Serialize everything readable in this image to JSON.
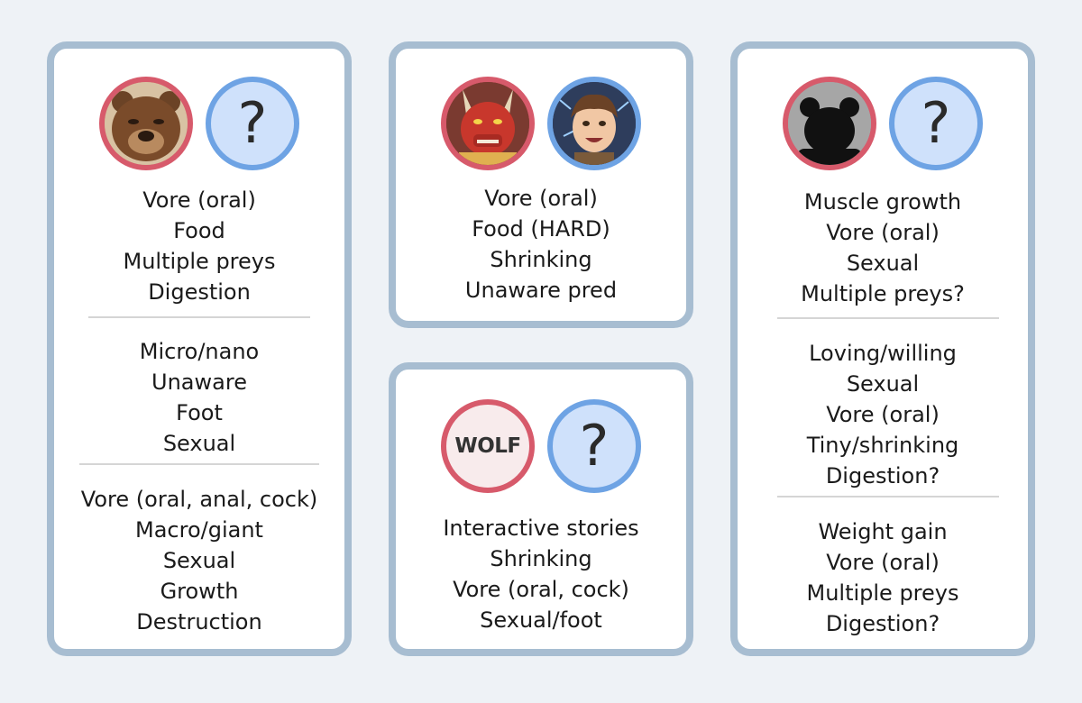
{
  "cards": [
    {
      "avatars": [
        {
          "type": "bear-portrait",
          "icon": "bear-icon"
        },
        {
          "type": "unknown",
          "label": "?"
        }
      ],
      "groups": [
        [
          "Vore (oral)",
          "Food",
          "Multiple preys",
          "Digestion"
        ],
        [
          "Micro/nano",
          "Unaware",
          "Foot",
          "Sexual"
        ],
        [
          "Vore (oral, anal, cock)",
          "Macro/giant",
          "Sexual",
          "Growth",
          "Destruction"
        ]
      ]
    },
    {
      "avatars": [
        {
          "type": "dragon-portrait",
          "icon": "dragon-icon"
        },
        {
          "type": "human-portrait",
          "icon": "human-icon"
        }
      ],
      "groups": [
        [
          "Vore (oral)",
          "Food (HARD)",
          "Shrinking",
          "Unaware pred"
        ]
      ]
    },
    {
      "avatars": [
        {
          "type": "text-badge",
          "label": "WOLF"
        },
        {
          "type": "unknown",
          "label": "?"
        }
      ],
      "groups": [
        [
          "Interactive stories",
          "Shrinking",
          "Vore (oral, cock)",
          "Sexual/foot"
        ]
      ]
    },
    {
      "avatars": [
        {
          "type": "bear-silhouette",
          "icon": "bear-silhouette-icon"
        },
        {
          "type": "unknown",
          "label": "?"
        }
      ],
      "groups": [
        [
          "Muscle growth",
          "Vore (oral)",
          "Sexual",
          "Multiple preys?"
        ],
        [
          "Loving/willing",
          "Sexual",
          "Vore (oral)",
          "Tiny/shrinking",
          "Digestion?"
        ],
        [
          "Weight gain",
          "Vore (oral)",
          "Multiple preys",
          "Digestion?"
        ]
      ]
    }
  ],
  "colors": {
    "background": "#eef2f6",
    "card_border": "#a7bdd1",
    "pred_ring": "#d75a6b",
    "prey_ring": "#6ea3e4",
    "prey_fill": "#cfe1fb"
  }
}
